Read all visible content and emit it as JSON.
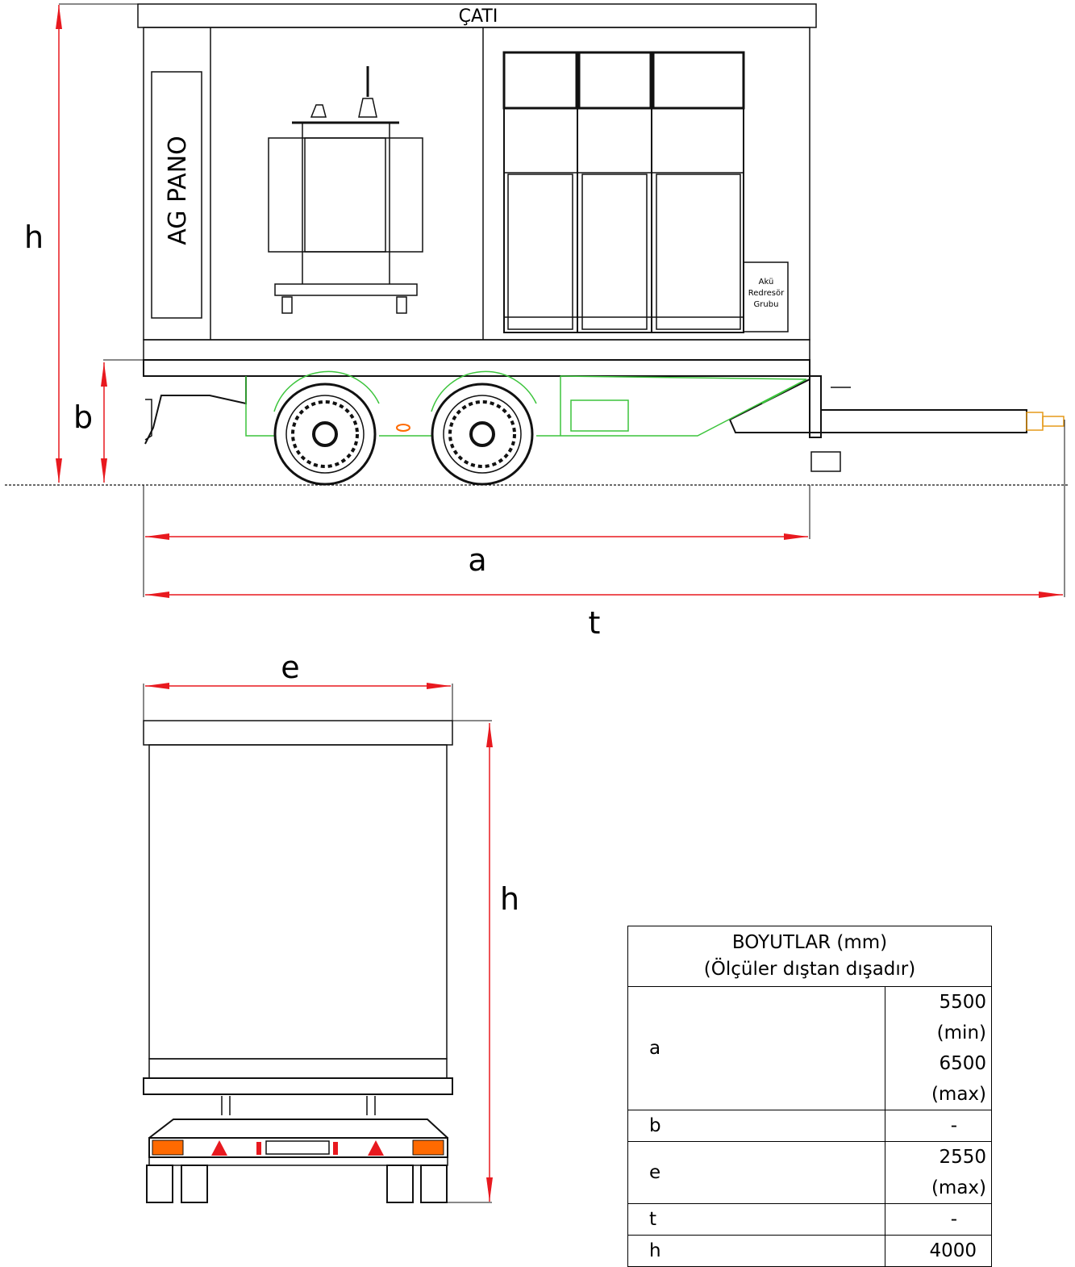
{
  "side_view": {
    "roof_label": "ÇATI",
    "panel_label": "AG PANO",
    "battery_label": [
      "Akü",
      "Redresör",
      "Grubu"
    ],
    "dim_h": "h",
    "dim_b": "b",
    "dim_a": "a",
    "dim_t": "t"
  },
  "front_view": {
    "dim_e": "e",
    "dim_h": "h"
  },
  "table": {
    "title": "BOYUTLAR (mm)",
    "subtitle": "(Ölçüler dıştan dışadır)",
    "rows": [
      {
        "label": "a",
        "values": [
          "5500 (min)",
          "6500 (max)"
        ]
      },
      {
        "label": "b",
        "values": [
          "-"
        ]
      },
      {
        "label": "e",
        "values": [
          "2550 (max)"
        ]
      },
      {
        "label": "t",
        "values": [
          "-"
        ]
      },
      {
        "label": "h",
        "values": [
          "4000"
        ]
      }
    ]
  },
  "colors": {
    "dimension": "#e8191f",
    "outline": "#111111",
    "fender": "#3cc43c",
    "light": "#ff6a00"
  }
}
